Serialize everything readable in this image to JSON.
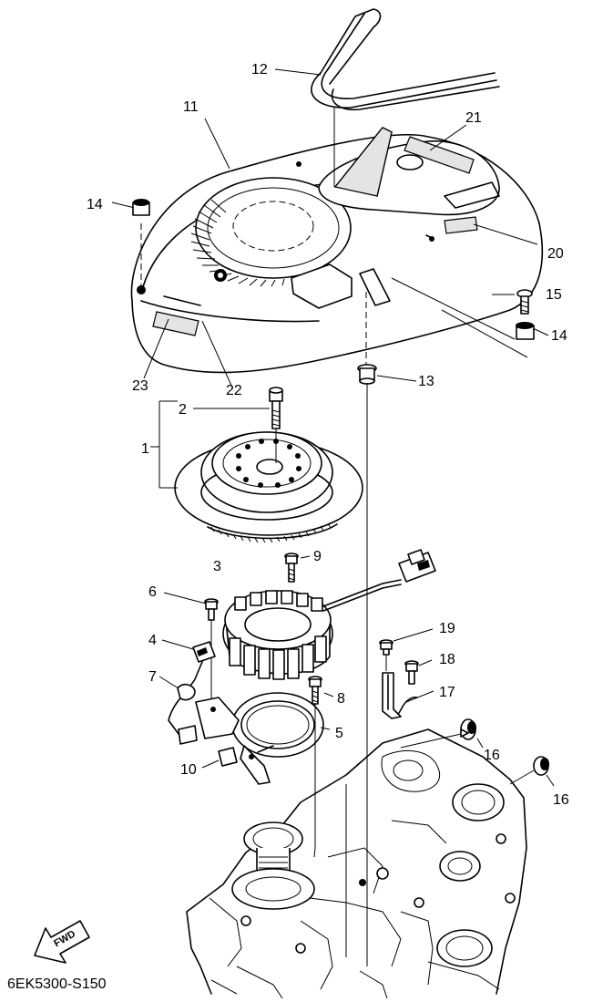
{
  "diagram": {
    "drawing_code": "6EK5300-S150",
    "direction_marker": "FWD",
    "callouts": [
      {
        "id": "c1",
        "label": "1",
        "part": "flywheel-assembly"
      },
      {
        "id": "c2",
        "label": "2",
        "part": "flywheel-bolt"
      },
      {
        "id": "c3",
        "label": "3",
        "part": "stator-coil"
      },
      {
        "id": "c4",
        "label": "4",
        "part": "pulser-coil"
      },
      {
        "id": "c5",
        "label": "5",
        "part": "stator-base"
      },
      {
        "id": "c6",
        "label": "6",
        "part": "screw"
      },
      {
        "id": "c7",
        "label": "7",
        "part": "clamp"
      },
      {
        "id": "c8",
        "label": "8",
        "part": "bolt"
      },
      {
        "id": "c9",
        "label": "9",
        "part": "screw"
      },
      {
        "id": "c10",
        "label": "10",
        "part": "clip"
      },
      {
        "id": "c11",
        "label": "11",
        "part": "flywheel-cover"
      },
      {
        "id": "c12",
        "label": "12",
        "part": "seal"
      },
      {
        "id": "c13",
        "label": "13",
        "part": "collar"
      },
      {
        "id": "c14a",
        "label": "14",
        "part": "grommet"
      },
      {
        "id": "c14b",
        "label": "14",
        "part": "grommet"
      },
      {
        "id": "c15",
        "label": "15",
        "part": "bolt"
      },
      {
        "id": "c16a",
        "label": "16",
        "part": "grommet"
      },
      {
        "id": "c16b",
        "label": "16",
        "part": "grommet"
      },
      {
        "id": "c17",
        "label": "17",
        "part": "bracket"
      },
      {
        "id": "c18",
        "label": "18",
        "part": "bolt"
      },
      {
        "id": "c19",
        "label": "19",
        "part": "screw"
      },
      {
        "id": "c20",
        "label": "20",
        "part": "label"
      },
      {
        "id": "c21",
        "label": "21",
        "part": "label"
      },
      {
        "id": "c22",
        "label": "22",
        "part": "label"
      },
      {
        "id": "c23",
        "label": "23",
        "part": "label"
      }
    ]
  }
}
